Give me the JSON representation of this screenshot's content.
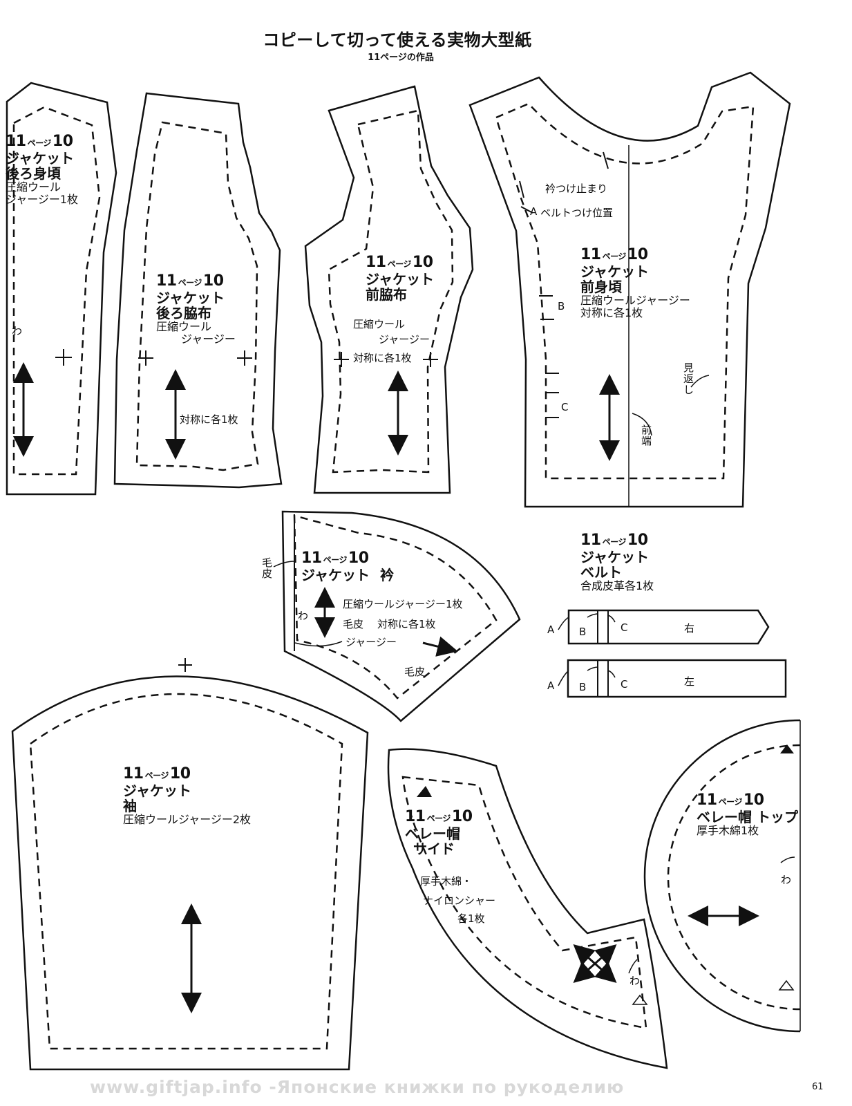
{
  "page": {
    "title": "コピーして切って使える実物大型紙",
    "subtitle": "11ページの作品",
    "watermark": "www.giftjap.info -Японские книжки по рукоделию",
    "page_number": "61"
  },
  "pieces": {
    "back_body": {
      "ref": "11",
      "ref_small": "ページ",
      "ref_num": "10",
      "title": "ジャケット",
      "name": "後ろ身頃",
      "fabric_1": "圧縮ウール",
      "fabric_2": "ジャージー1枚",
      "fold_mark": "わ"
    },
    "back_side": {
      "ref": "11",
      "ref_small": "ページ",
      "ref_num": "10",
      "title": "ジャケット",
      "name": "後ろ脇布",
      "fabric_1": "圧縮ウール",
      "fabric_2": "ジャージー",
      "count": "対称に各1枚"
    },
    "front_side": {
      "ref": "11",
      "ref_small": "ページ",
      "ref_num": "10",
      "title": "ジャケット",
      "name": "前脇布",
      "fabric_1": "圧縮ウール",
      "fabric_2": "ジャージー",
      "count": "対称に各1枚"
    },
    "front_body": {
      "ref": "11",
      "ref_small": "ページ",
      "ref_num": "10",
      "title": "ジャケット",
      "name": "前身頃",
      "fabric_1": "圧縮ウールジャージー",
      "count": "対称に各1枚",
      "collar_stop": "衿つけ止まり",
      "belt_position": "ベルトつけ位置",
      "mark_a": "A",
      "mark_b": "B",
      "mark_c": "C",
      "facing": "見返し",
      "front_edge": "前端"
    },
    "collar": {
      "ref": "11",
      "ref_small": "ページ",
      "ref_num": "10",
      "title": "ジャケット",
      "name": "衿",
      "fabric_1": "圧縮ウールジャージー1枚",
      "fabric_2": "毛皮",
      "count": "対称に各1枚",
      "fur_side": "毛皮",
      "fur_bottom": "毛皮",
      "jersey": "ジャージー",
      "fold_mark": "わ"
    },
    "belt": {
      "ref": "11",
      "ref_small": "ページ",
      "ref_num": "10",
      "title": "ジャケット",
      "name": "ベルト",
      "fabric_1": "合成皮革各1枚",
      "right": "右",
      "left": "左",
      "mark_a": "A",
      "mark_b": "B",
      "mark_c": "C"
    },
    "sleeve": {
      "ref": "11",
      "ref_small": "ページ",
      "ref_num": "10",
      "title": "ジャケット",
      "name": "袖",
      "fabric_1": "圧縮ウールジャージー2枚"
    },
    "beret_side": {
      "ref": "11",
      "ref_small": "ページ",
      "ref_num": "10",
      "title": "ベレー帽",
      "name": "サイド",
      "fabric_1": "厚手木綿・",
      "fabric_2": "ナイロンシャー",
      "count": "各1枚",
      "fold_mark": "わ"
    },
    "beret_top": {
      "ref": "11",
      "ref_small": "ページ",
      "ref_num": "10",
      "title": "ベレー帽 トップ",
      "fabric_1": "厚手木綿1枚",
      "fold_mark": "わ"
    }
  }
}
